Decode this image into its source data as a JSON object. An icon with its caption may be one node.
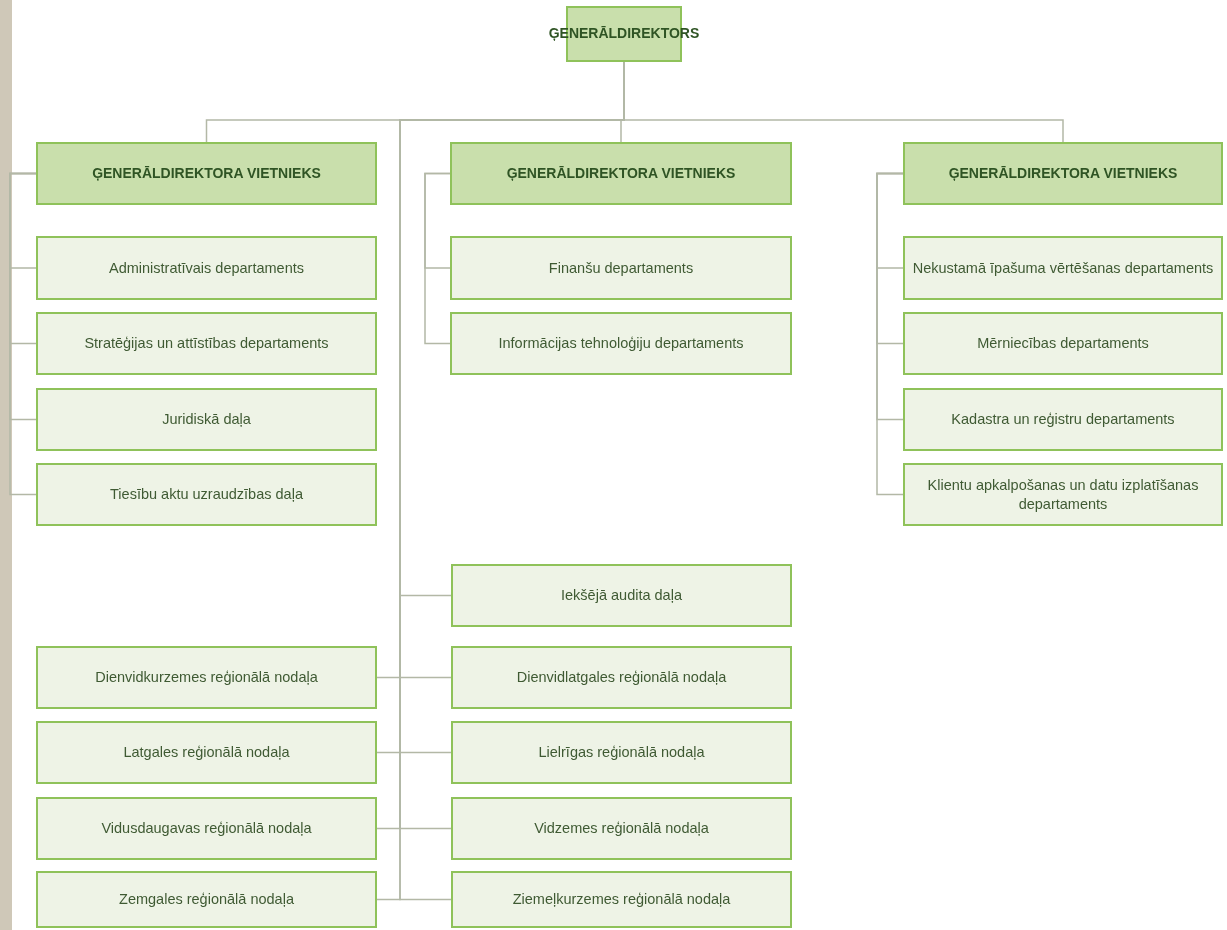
{
  "diagram": {
    "nodes": [
      {
        "text": [
          "ĢENERĀLDIREKTORS"
        ]
      },
      {
        "text": [
          "ĢENERĀLDIREKTORA VIETNIEKS"
        ]
      },
      {
        "text": [
          "ĢENERĀLDIREKTORA VIETNIEKS"
        ]
      },
      {
        "text": [
          "ĢENERĀLDIREKTORA VIETNIEKS"
        ]
      },
      {
        "text": [
          "Administratīvais departaments"
        ]
      },
      {
        "text": [
          "Stratēģijas un attīstības departaments"
        ]
      },
      {
        "text": [
          "Juridiskā daļa"
        ]
      },
      {
        "text": [
          "Tiesību aktu uzraudzības daļa"
        ]
      },
      {
        "text": [
          "Finanšu departaments"
        ]
      },
      {
        "text": [
          "Informācijas tehnoloģiju departaments"
        ]
      },
      {
        "text": [
          "Nekustamā īpašuma vērtēšanas departaments"
        ]
      },
      {
        "text": [
          "Mērniecības departaments"
        ]
      },
      {
        "text": [
          "Kadastra un reģistru departaments"
        ]
      },
      {
        "text": [
          "Klientu apkalpošanas un datu izplatīšanas departaments"
        ]
      },
      {
        "text": [
          "Iekšējā audita daļa"
        ]
      },
      {
        "text": [
          "Dienvidkurzemes reģionālā nodaļa"
        ]
      },
      {
        "text": [
          "Dienvidlatgales reģionālā nodaļa"
        ]
      },
      {
        "text": [
          "Latgales reģionālā nodaļa"
        ]
      },
      {
        "text": [
          "Lielrīgas reģionālā nodaļa"
        ]
      },
      {
        "text": [
          "Vidusdaugavas reģionālā nodaļa"
        ]
      },
      {
        "text": [
          "Vidzemes reģionālā nodaļa"
        ]
      },
      {
        "text": [
          "Zemgales reģionālā nodaļa"
        ]
      },
      {
        "text": [
          "Ziemeļkurzemes reģionālā nodaļa"
        ]
      }
    ],
    "edges": [
      {
        "from": 0,
        "to": 1,
        "arrow": "none"
      },
      {
        "from": 0,
        "to": 2,
        "arrow": "none"
      },
      {
        "from": 0,
        "to": 3,
        "arrow": "none"
      },
      {
        "from": 1,
        "to": 4,
        "arrow": "none"
      },
      {
        "from": 1,
        "to": 5,
        "arrow": "none"
      },
      {
        "from": 1,
        "to": 6,
        "arrow": "none"
      },
      {
        "from": 1,
        "to": 7,
        "arrow": "none"
      },
      {
        "from": 2,
        "to": 8,
        "arrow": "none"
      },
      {
        "from": 2,
        "to": 9,
        "arrow": "none"
      },
      {
        "from": 3,
        "to": 10,
        "arrow": "none"
      },
      {
        "from": 3,
        "to": 11,
        "arrow": "none"
      },
      {
        "from": 3,
        "to": 12,
        "arrow": "none"
      },
      {
        "from": 3,
        "to": 13,
        "arrow": "none"
      },
      {
        "from": 0,
        "to": 14,
        "arrow": "none"
      },
      {
        "from": 0,
        "to": 15,
        "arrow": "none"
      },
      {
        "from": 0,
        "to": 16,
        "arrow": "none"
      },
      {
        "from": 0,
        "to": 17,
        "arrow": "none"
      },
      {
        "from": 0,
        "to": 18,
        "arrow": "none"
      },
      {
        "from": 0,
        "to": 19,
        "arrow": "none"
      },
      {
        "from": 0,
        "to": 20,
        "arrow": "none"
      },
      {
        "from": 0,
        "to": 21,
        "arrow": "none"
      },
      {
        "from": 0,
        "to": 22,
        "arrow": "none"
      }
    ]
  }
}
